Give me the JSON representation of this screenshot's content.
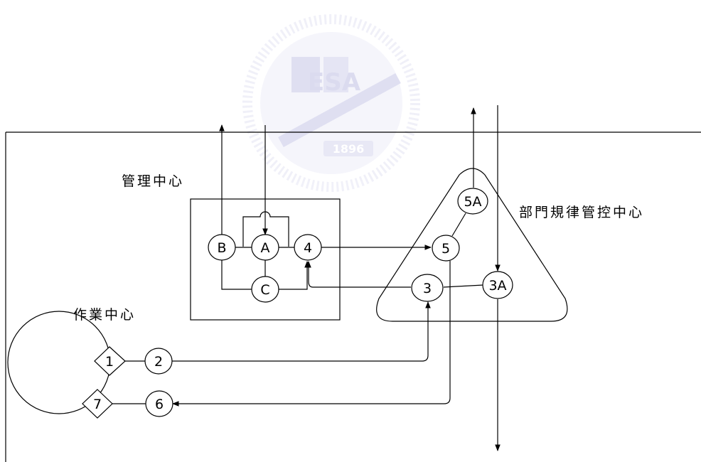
{
  "labels": {
    "management_center": "管理中心",
    "department_control_center": "部門規律管控中心",
    "operations_center": "作業中心"
  },
  "logo": {
    "text": "ESA",
    "year": "1896"
  },
  "nodes": {
    "B": "B",
    "A": "A",
    "n4": "4",
    "C": "C",
    "n5A": "5A",
    "n5": "5",
    "n3": "3",
    "n3A": "3A",
    "n1": "1",
    "n2": "2",
    "n7": "7",
    "n6": "6"
  }
}
